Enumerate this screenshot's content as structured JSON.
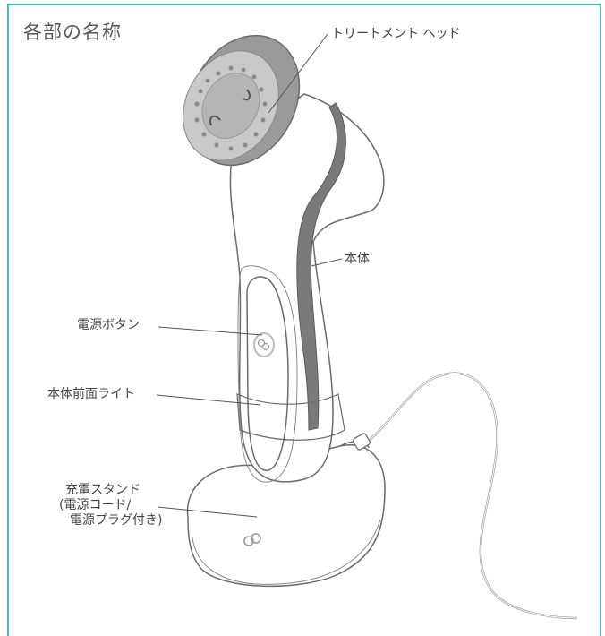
{
  "title": "各部の名称",
  "labels": {
    "treatment_head": "トリートメント ヘッド",
    "main_body": "本体",
    "power_button": "電源ボタン",
    "front_light": "本体前面ライト",
    "charging_stand_line1": "充電スタンド",
    "charging_stand_line2": "(電源コード/",
    "charging_stand_line3": "電源プラグ付き)"
  },
  "colors": {
    "frame": "#4fb8b2",
    "head": "#a9a9a9",
    "stripe": "#7a7a7a",
    "outline": "#6b6b6b"
  }
}
